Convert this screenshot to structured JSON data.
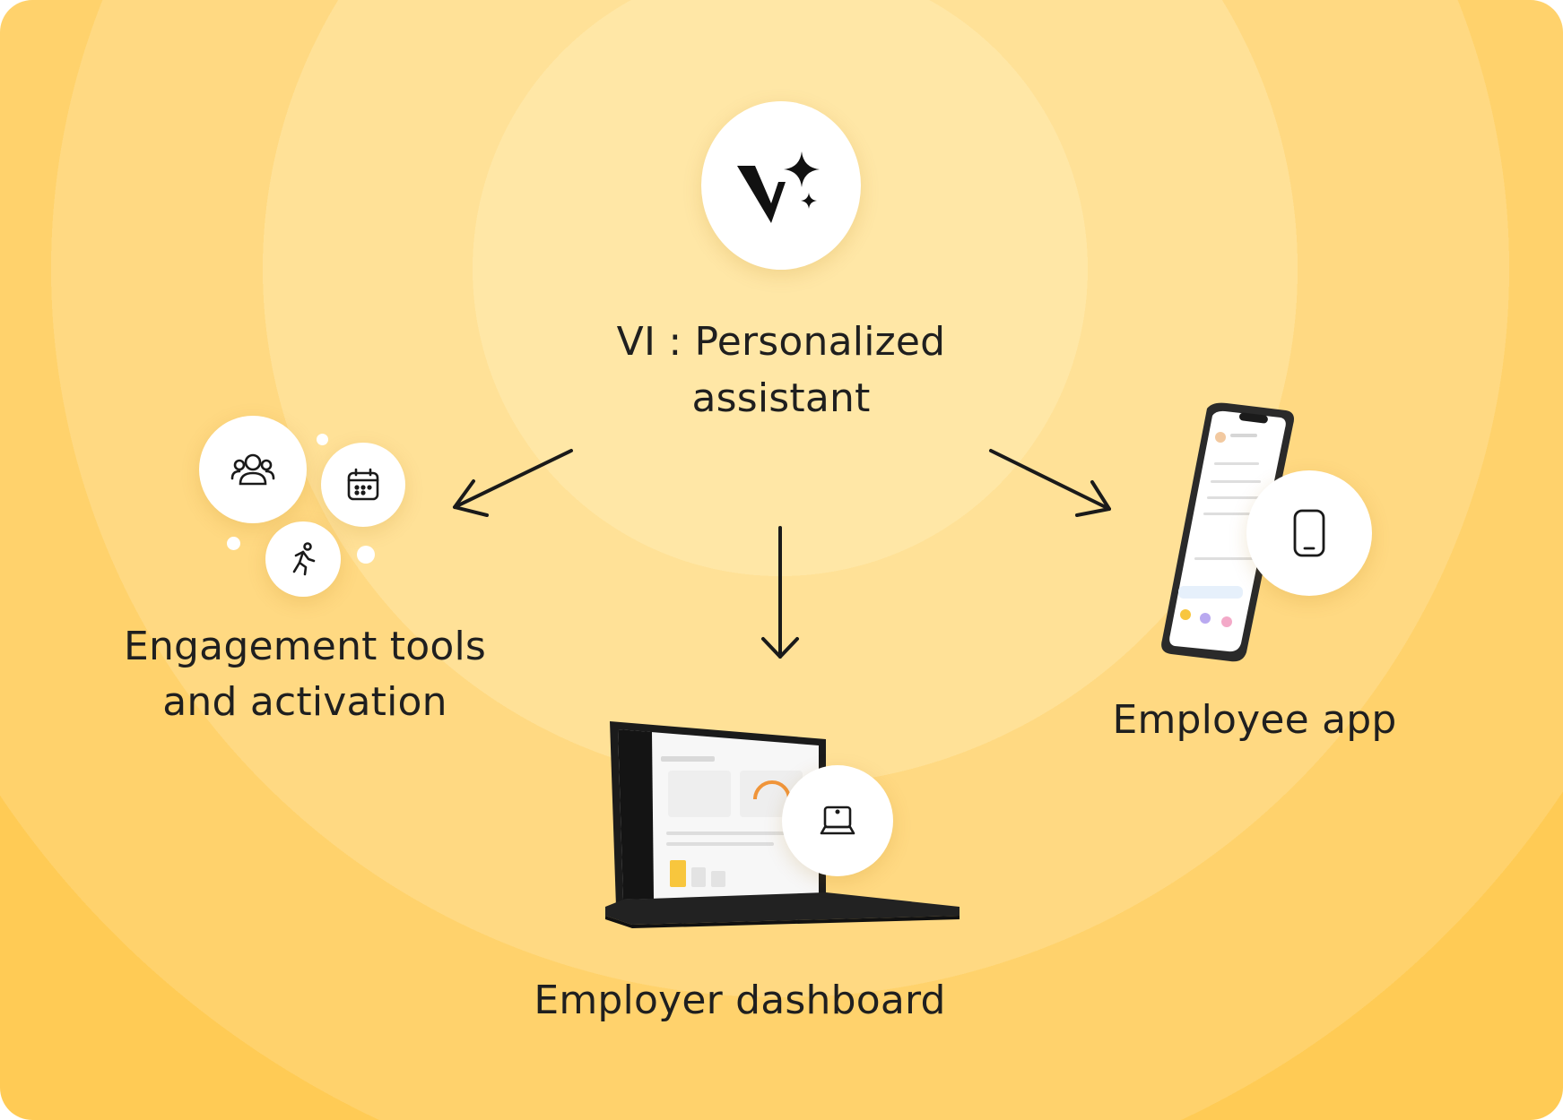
{
  "center": {
    "line1": "VI : Personalized",
    "line2": "assistant",
    "logo_icon": "vi-sparkle-logo-icon"
  },
  "left": {
    "line1": "Engagement tools",
    "line2": "and activation",
    "icons": [
      "users-group-icon",
      "calendar-icon",
      "running-person-icon"
    ]
  },
  "bottom": {
    "label": "Employer dashboard",
    "icon": "laptop-icon"
  },
  "right": {
    "label": "Employee app",
    "icon": "smartphone-icon"
  },
  "colors": {
    "text": "#1f1f1f",
    "ring_inner": "#ffe7a6",
    "ring_outer": "#ffcb55",
    "badge": "#ffffff"
  }
}
